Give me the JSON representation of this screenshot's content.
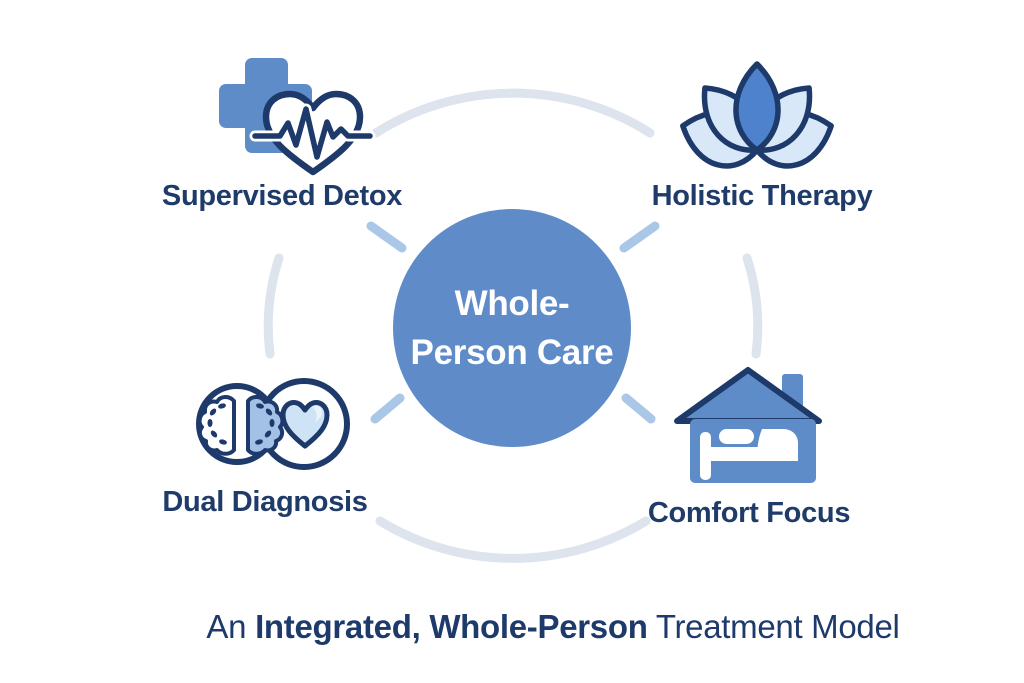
{
  "center": {
    "line1": "Whole-",
    "line2": "Person Care"
  },
  "quadrants": [
    {
      "label": "Supervised Detox",
      "icon": "medical-cross-heartbeat-icon",
      "position": "top-left"
    },
    {
      "label": "Holistic Therapy",
      "icon": "lotus-icon",
      "position": "top-right"
    },
    {
      "label": "Dual Diagnosis",
      "icon": "brain-heart-link-icon",
      "position": "bottom-left"
    },
    {
      "label": "Comfort Focus",
      "icon": "house-bed-icon",
      "position": "bottom-right"
    }
  ],
  "caption": {
    "prefix": "An ",
    "bold": "Integrated, Whole-Person",
    "suffix": " Treatment Model"
  },
  "colors": {
    "navy": "#1d3a6b",
    "medium_blue": "#5e8cc9",
    "circle_blue": "#5f8cc8",
    "light_blue": "#d8e8f8",
    "petal_blue": "#4e82cc",
    "brain_blue": "#a3c0e6",
    "heart_blue": "#cfe3f6",
    "heart_highlight": "#e9f3fd",
    "arc": "#dde4ee",
    "connector": "#aac7e8",
    "label": "#1f3b6a",
    "background": "#ffffff"
  }
}
